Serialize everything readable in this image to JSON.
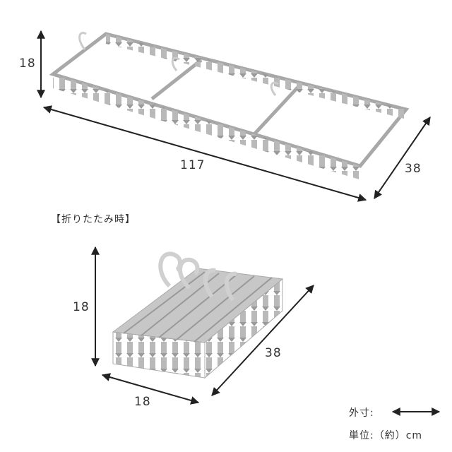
{
  "unfolded": {
    "height_label": "18",
    "length_label": "117",
    "depth_label": "38"
  },
  "folded": {
    "title": "【折りたたみ時】",
    "height_label": "18",
    "depth_label": "38",
    "width_label": "18"
  },
  "legend": {
    "outer_dimension_label": "外寸:",
    "unit_label": "単位:（約）cm"
  }
}
